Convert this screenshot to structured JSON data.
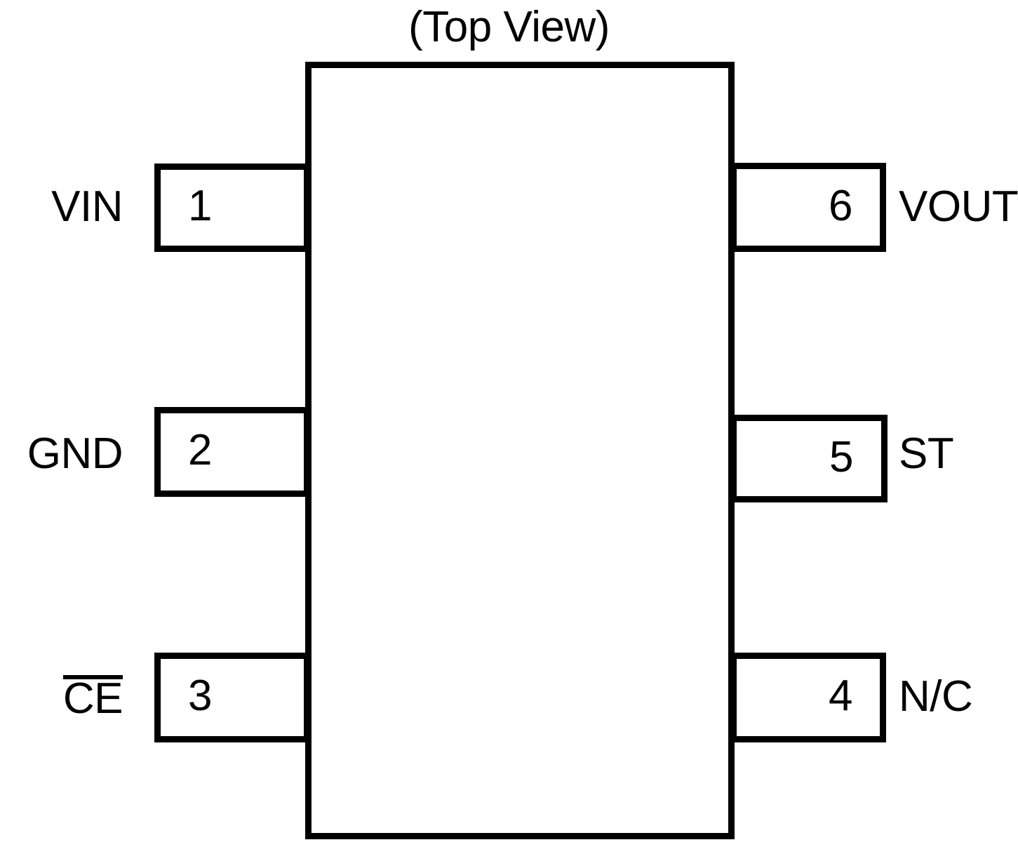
{
  "diagram": {
    "title": "(Top View)",
    "package_outline": "ic-body-rectangle",
    "pins": [
      {
        "number": "1",
        "name": "VIN",
        "side": "left",
        "active_low": false
      },
      {
        "number": "2",
        "name": "GND",
        "side": "left",
        "active_low": false
      },
      {
        "number": "3",
        "name": "CE",
        "side": "left",
        "active_low": true
      },
      {
        "number": "4",
        "name": "N/C",
        "side": "right",
        "active_low": false
      },
      {
        "number": "5",
        "name": "ST",
        "side": "right",
        "active_low": false
      },
      {
        "number": "6",
        "name": "VOUT",
        "side": "right",
        "active_low": false
      }
    ],
    "colors": {
      "outline": "#000000",
      "background": "#ffffff",
      "text": "#000000"
    }
  }
}
